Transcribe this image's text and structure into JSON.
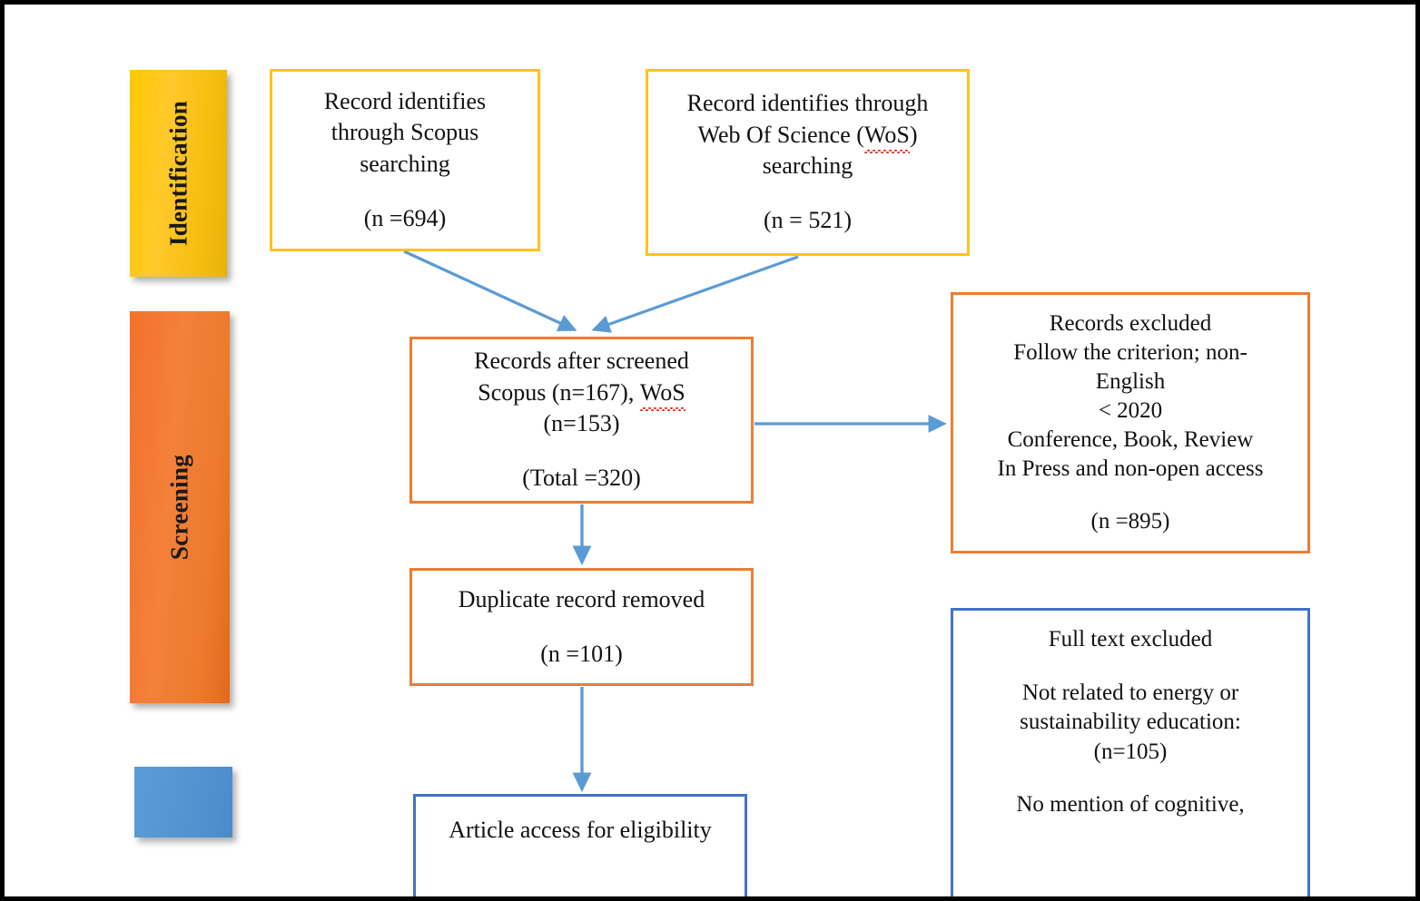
{
  "diagram": {
    "title": "PRISMA study selection flow diagram",
    "colors": {
      "identification_bar": "#FFC800",
      "screening_bar": "#F2712C",
      "eligibility_bar": "#5B9BD5",
      "yellow_border": "#FFC220",
      "orange_border": "#ED7D31",
      "blue_border": "#4472C4",
      "arrow": "#5B9BD5",
      "page_border": "#000000",
      "spellcheck_underline": "#E8352B"
    }
  },
  "stages": [
    {
      "id": "identification",
      "label": "Identification"
    },
    {
      "id": "screening",
      "label": "Screening"
    },
    {
      "id": "eligibility",
      "label": ""
    }
  ],
  "boxes": {
    "scopus": {
      "line1": "Record identifies",
      "line2": "through Scopus",
      "line3": "searching",
      "count": "(n =694)"
    },
    "wos": {
      "line1": "Record identifies through",
      "line2_pre": "Web Of Science (",
      "line2_flagged": "WoS",
      "line2_post": ")",
      "line3": "searching",
      "count": "(n = 521)"
    },
    "screened": {
      "line1": "Records after screened",
      "line2_pre": "Scopus (n=167), ",
      "line2_flagged": "WoS",
      "line3": "(n=153)",
      "total": "(Total =320)"
    },
    "excluded": {
      "line1": "Records excluded",
      "line2": "Follow the criterion; non-",
      "line3": "English",
      "line4": "< 2020",
      "line5": "Conference, Book, Review",
      "line6": "In Press and non-open access",
      "count": "(n =895)"
    },
    "duplicate": {
      "line1": "Duplicate record removed",
      "count": "(n =101)"
    },
    "eligibility": {
      "line1": "Article access for eligibility"
    },
    "fulltext": {
      "line1": "Full text excluded",
      "line2": "Not related to energy or",
      "line3": "sustainability education:",
      "count": "(n=105)",
      "line4": "No mention of cognitive,"
    }
  },
  "chart_data": {
    "type": "diagram",
    "title": "PRISMA flow diagram",
    "nodes": [
      {
        "id": "scopus",
        "stage": "identification",
        "label": "Record identifies through Scopus searching",
        "n": 694
      },
      {
        "id": "wos",
        "stage": "identification",
        "label": "Record identifies through Web Of Science (WoS) searching",
        "n": 521
      },
      {
        "id": "screened",
        "stage": "screening",
        "label": "Records after screened",
        "scopus_n": 167,
        "wos_n": 153,
        "total": 320
      },
      {
        "id": "excluded",
        "stage": "screening",
        "label": "Records excluded",
        "n": 895
      },
      {
        "id": "duplicate",
        "stage": "screening",
        "label": "Duplicate record removed",
        "n": 101
      },
      {
        "id": "eligibility",
        "stage": "eligibility",
        "label": "Article access for eligibility"
      },
      {
        "id": "fulltext",
        "stage": "eligibility",
        "label": "Full text excluded",
        "n": 105
      }
    ],
    "edges": [
      {
        "from": "scopus",
        "to": "screened"
      },
      {
        "from": "wos",
        "to": "screened"
      },
      {
        "from": "screened",
        "to": "excluded"
      },
      {
        "from": "screened",
        "to": "duplicate"
      },
      {
        "from": "duplicate",
        "to": "eligibility"
      }
    ]
  }
}
